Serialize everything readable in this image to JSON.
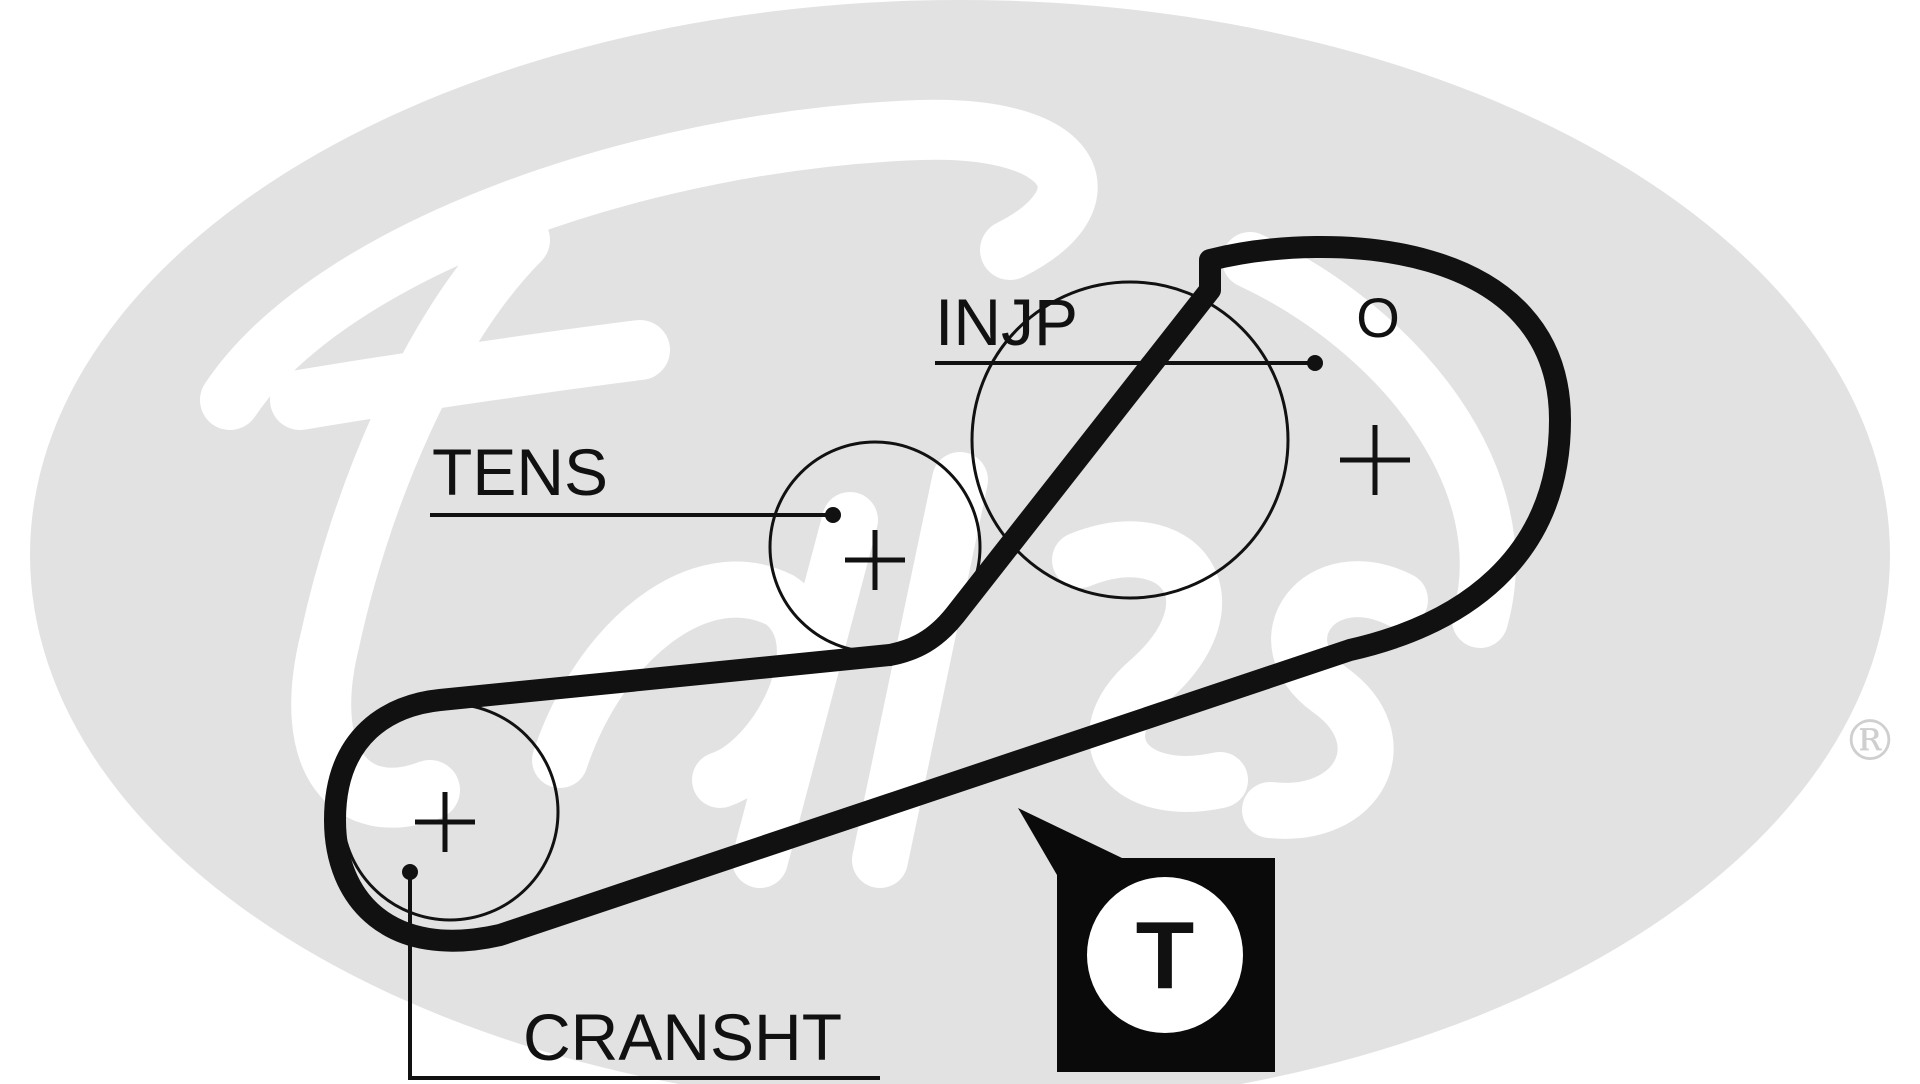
{
  "labels": {
    "injection_pump": "INJP",
    "tensioner": "TENS",
    "crankshaft": "CRANSHT",
    "camshaft_mark": "O",
    "tool_badge": "T",
    "registered_mark": "®"
  },
  "brand_watermark": "Gates",
  "colors": {
    "background": "#ffffff",
    "watermark": "#e2e2e2",
    "belt": "#111111",
    "badge_fill": "#0a0a0a",
    "badge_inner": "#ffffff",
    "registered_mark": "#cfcfcf"
  }
}
